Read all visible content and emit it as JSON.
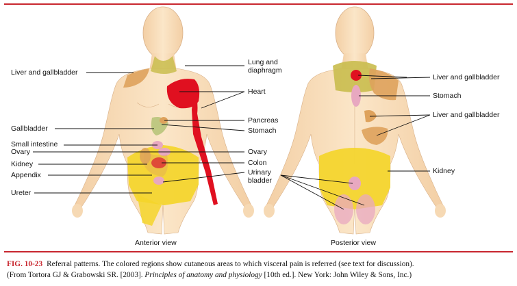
{
  "figure": {
    "labels": {
      "liver_gallbladder_anterior": "Liver and gallbladder",
      "gallbladder": "Gallbladder",
      "small_intestine": "Small intestine",
      "ovary_left": "Ovary",
      "kidney_left": "Kidney",
      "appendix": "Appendix",
      "ureter": "Ureter",
      "lung_diaphragm": "Lung and\ndiaphragm",
      "heart": "Heart",
      "pancreas": "Pancreas",
      "stomach_mid": "Stomach",
      "ovary_mid": "Ovary",
      "colon": "Colon",
      "urinary_bladder": "Urinary\nbladder",
      "liver_gallbladder_posterior_1": "Liver and gallbladder",
      "stomach_posterior": "Stomach",
      "liver_gallbladder_posterior_2": "Liver and gallbladder",
      "kidney_posterior": "Kidney"
    },
    "anterior_view": "Anterior view",
    "posterior_view": "Posterior view"
  },
  "caption": {
    "fig_number": "FIG. 10-23",
    "text_1": "Referral patterns. The colored regions show cutaneous areas to which visceral pain is referred (see text for discussion).",
    "text_2": "(From Tortora GJ & Grabowski SR. [2003]. ",
    "book_title": "Principles of anatomy and physiology",
    "text_3": " [10th ed.]. New York: John Wiley & Sons, Inc.)"
  },
  "colors": {
    "accent_red": "#c8262e",
    "skin": "#f8ddb8",
    "yellow_region": "#f4d52a",
    "orange_region": "#dea25c",
    "heart_red": "#e01020",
    "pink_region": "#e8a8c0",
    "green_region": "#b8c47a"
  },
  "icons": [
    "human-body-anterior-illustration",
    "human-body-posterior-illustration"
  ]
}
